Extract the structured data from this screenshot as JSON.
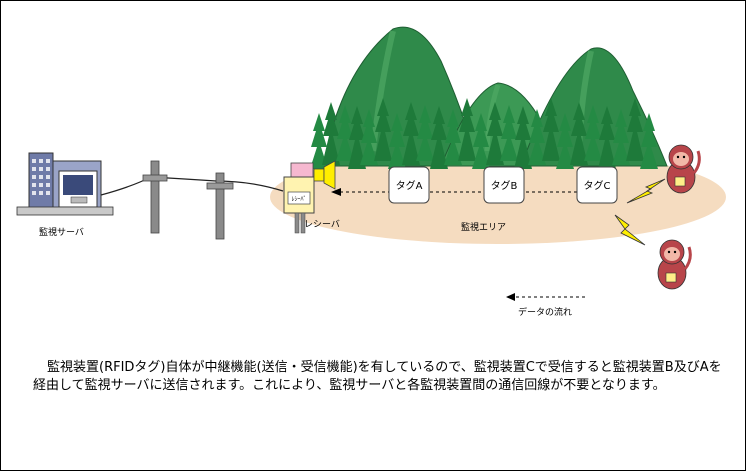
{
  "diagram": {
    "labels": {
      "server": "監視サーバ",
      "receiver": "レシーバ",
      "receiver_box": "ﾚｼｰﾊﾞ",
      "area": "監視エリア",
      "legend": "データの流れ"
    },
    "tags": [
      {
        "id": "a",
        "label": "タグA"
      },
      {
        "id": "b",
        "label": "タグB"
      },
      {
        "id": "c",
        "label": "タグC"
      }
    ],
    "colors": {
      "mountain": "#2f8a4a",
      "mountain_light": "#4fa864",
      "tree": "#1e7a3a",
      "ground": "#f5dcc0",
      "lightning": "#ffee00",
      "pole": "#8a8a8a",
      "receiver": "#fff3b0",
      "monkey": "#b8454a"
    }
  },
  "description": "監視装置(RFIDタグ)自体が中継機能(送信・受信機能)を有しているので、監視装置Cで受信すると監視装置B及びAを経由して監視サーバに送信されます。これにより、監視サーバと各監視装置間の通信回線が不要となります。"
}
